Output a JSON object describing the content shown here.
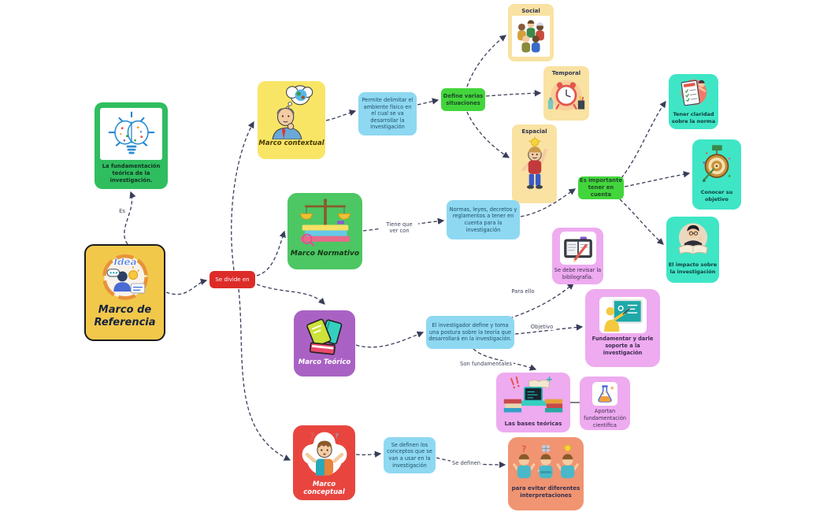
{
  "root": {
    "fundamentacion": {
      "label": "La fundamentación teórica de la investigación."
    },
    "marco_referencia": {
      "title": "Marco de Referencia",
      "badge": "Idea"
    },
    "se_divide": {
      "label": "Se divide en"
    }
  },
  "contextual": {
    "title": "Marco contextual",
    "desc": "Permite delimitar el ambiente físico en el cual se va desarrollar la investigación",
    "define_node": "Define varias situaciones",
    "social": "Social",
    "temporal": "Temporal",
    "espacial": "Espacial"
  },
  "normativo": {
    "title": "Marco Normativo",
    "desc": "Normas, leyes, decretos y reglamentos a tener en cuenta para la investigación",
    "importante_node": "Es importante tener en cuenta",
    "claridad": "Tener claridad sobre la norma",
    "objetivo": "Conocer su objetivo",
    "impacto": "El impacto sobre la investigación"
  },
  "teorico": {
    "title": "Marco Teórico",
    "desc": "El investigador define y toma una postura sobre la teoría que desarrollará en la investigación.",
    "revisar": "Se debe revisar la bibliografía.",
    "fundamentar": "Fundamentar y darle soporte a la investigación",
    "bases": "Las bases teóricas",
    "aportan": "Aportan fundamentación científica"
  },
  "conceptual": {
    "title": "Marco conceptual",
    "desc": "Se definen los conceptos que se van a usar en la investigación",
    "evitar": "para evitar diferentes interpretaciones"
  },
  "edge_labels": {
    "es": "Es",
    "tiene_que_ver_con": "Tiene que ver con",
    "para_ello": "Para ello",
    "objetivo": "Objetivo",
    "son_fundamentales": "Son fundamentales",
    "se_definen": "Se definen"
  },
  "icons": {
    "question_mark": "?"
  },
  "colors": {
    "green_box": "#2fbe5f",
    "green_node": "#43d53c",
    "yellow_box": "#f9e565",
    "gold_box": "#f2c84b",
    "cream_box": "#f9e2a2",
    "blue_box": "#8ed8f2",
    "teal_box": "#3ee6c6",
    "pink_box": "#eeabf0",
    "purple_box": "#a962c4",
    "red_box": "#e8453f",
    "red_node": "#dd2c28",
    "orange_box": "#f09472",
    "edge": "#383d58"
  }
}
